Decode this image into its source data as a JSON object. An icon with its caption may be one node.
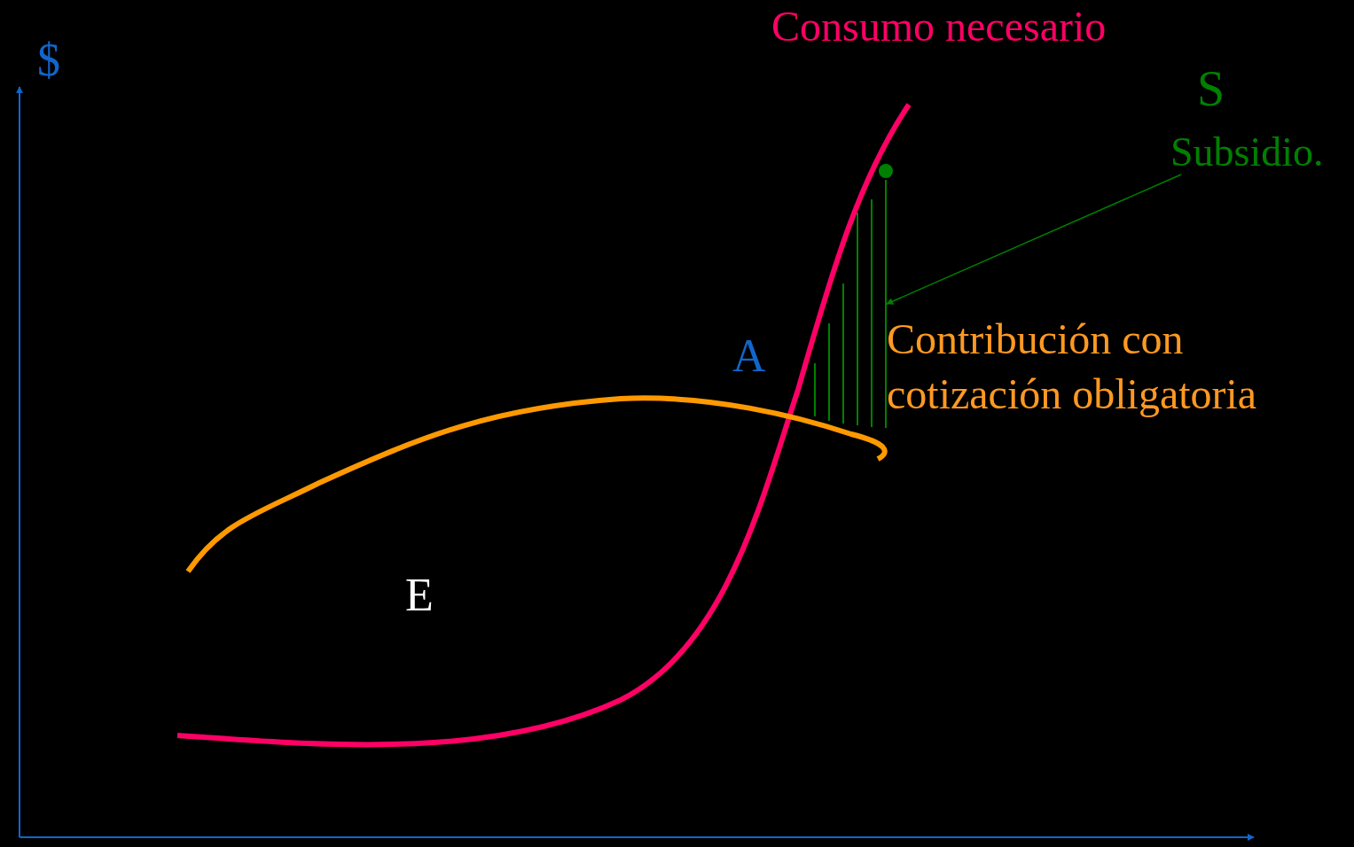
{
  "diagram": {
    "nodes": [
      {
        "text": [
          "Subsidio."
        ]
      },
      {
        "text": [],
        "shape": "bar"
      }
    ],
    "edges": [
      {
        "from": 0,
        "to": 1,
        "arrow": "to"
      }
    ],
    "labels": [
      "Consumo necesario",
      "$",
      "S",
      "A",
      "Contribución con cotización obligatoria",
      "E"
    ]
  }
}
